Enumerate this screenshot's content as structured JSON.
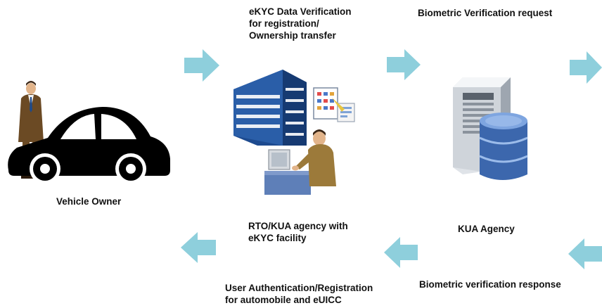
{
  "labels": {
    "ekyc_verification": [
      "eKYC Data Verification",
      "for registration/",
      "Ownership transfer"
    ],
    "biometric_request": "Biometric Verification request",
    "vehicle_owner": "Vehicle Owner",
    "rto_agency": [
      "RTO/KUA agency with",
      "eKYC facility"
    ],
    "kua_agency": "KUA Agency",
    "user_auth": [
      "User Authentication/Registration",
      "for automobile and eUICC"
    ],
    "biometric_response": "Biometric verification response"
  },
  "icons": {
    "owner": "businessman-with-car-icon",
    "rto": "office-building-with-operator-icon",
    "kua": "server-with-database-icon",
    "arrow_right": "arrow-right-icon",
    "arrow_left": "arrow-left-icon"
  },
  "colors": {
    "arrow": "#8ecfdc",
    "car": "#000000",
    "building": "#2a5ea8",
    "suit": "#6b4a24",
    "database": "#4576c2"
  }
}
